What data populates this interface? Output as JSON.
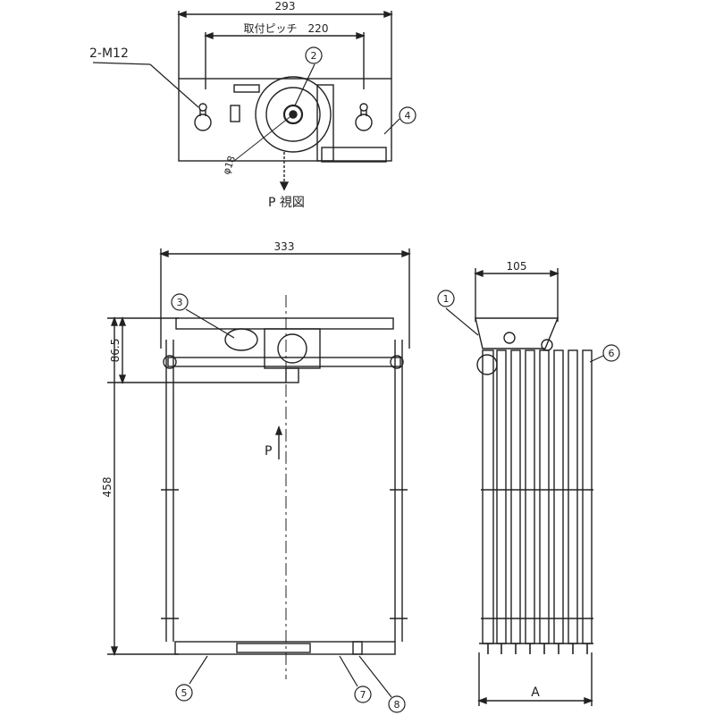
{
  "top_view": {
    "dim_width": "293",
    "dim_pitch": "取付ピッチ　220",
    "bolt_label": "2-M12",
    "dia_label": "φ18",
    "view_label": "P 視図"
  },
  "front_view": {
    "dim_width": "333",
    "dim_top": "86.5",
    "dim_height": "458",
    "arrow_label": "P"
  },
  "side_view": {
    "dim_width": "105",
    "dim_a": "A"
  },
  "callouts": [
    "1",
    "2",
    "3",
    "4",
    "5",
    "6",
    "7",
    "8"
  ]
}
